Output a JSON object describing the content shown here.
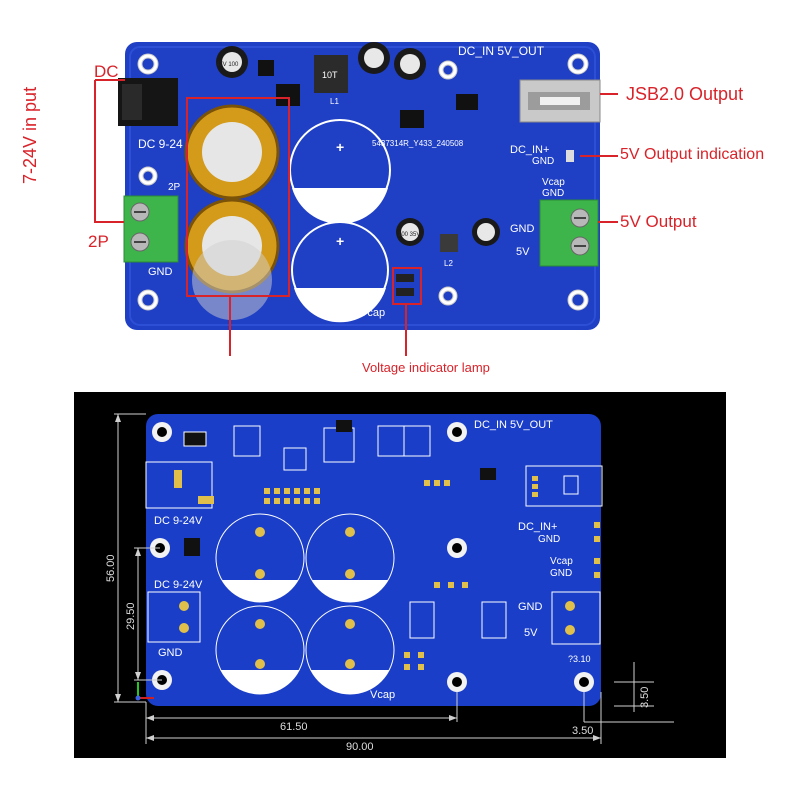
{
  "photo": {
    "silk_dc_in_5v_out": "DC_IN 5V_OUT",
    "silk_dc_9_24": "DC 9-24",
    "silk_2p": "2P",
    "silk_gnd_left": "GND",
    "silk_gnd_right": "GND",
    "silk_5v": "5V",
    "silk_dc_in_plus": "DC_IN+",
    "silk_gnd_mid": "GND",
    "silk_vcap_small": "Vcap",
    "silk_gnd_small": "GND",
    "silk_vcap_bottom": "Vcap",
    "silk_serial": "5437314R_Y433_240508",
    "silk_l1": "L1",
    "silk_l2": "L2",
    "silk_10t": "10T",
    "silk_cap_470": "47V 100",
    "silk_cap_100": "100 35V",
    "label_dc": "DC",
    "label_input": "7-24V in put",
    "label_2p": "2P",
    "label_usb": "JSB2.0 Output",
    "label_5v_indication": "5V Output indication",
    "label_5v_output": "5V Output",
    "label_voltage_lamp": "Voltage indicator lamp"
  },
  "drawing": {
    "silk_dc_in_5v_out": "DC_IN 5V_OUT",
    "silk_dc_9_24_a": "DC 9-24V",
    "silk_dc_9_24_b": "DC 9-24V",
    "silk_gnd_left": "GND",
    "silk_dc_in_plus": "DC_IN+",
    "silk_gnd_a": "GND",
    "silk_vcap_a": "Vcap",
    "silk_gnd_b": "GND",
    "silk_gnd_right": "GND",
    "silk_5v": "5V",
    "silk_vcap_bottom": "Vcap",
    "hole_label": "?3.10",
    "dim_height": "56.00",
    "dim_mount_v": "29.50",
    "dim_61_50": "61.50",
    "dim_90_00": "90.00",
    "dim_3_50_v": "3.50",
    "dim_3_50_h": "3.50"
  },
  "colors": {
    "pcb_blue": "#1f3fc4",
    "pcb_blue_dark": "#1530a8",
    "annotation_red": "#d8232a",
    "terminal_green": "#3db54a",
    "cap_gold": "#d49a1a",
    "drawing_bg": "#000000",
    "drawing_pcb": "#1a3ec8",
    "pad_gold": "#e0c04a"
  }
}
